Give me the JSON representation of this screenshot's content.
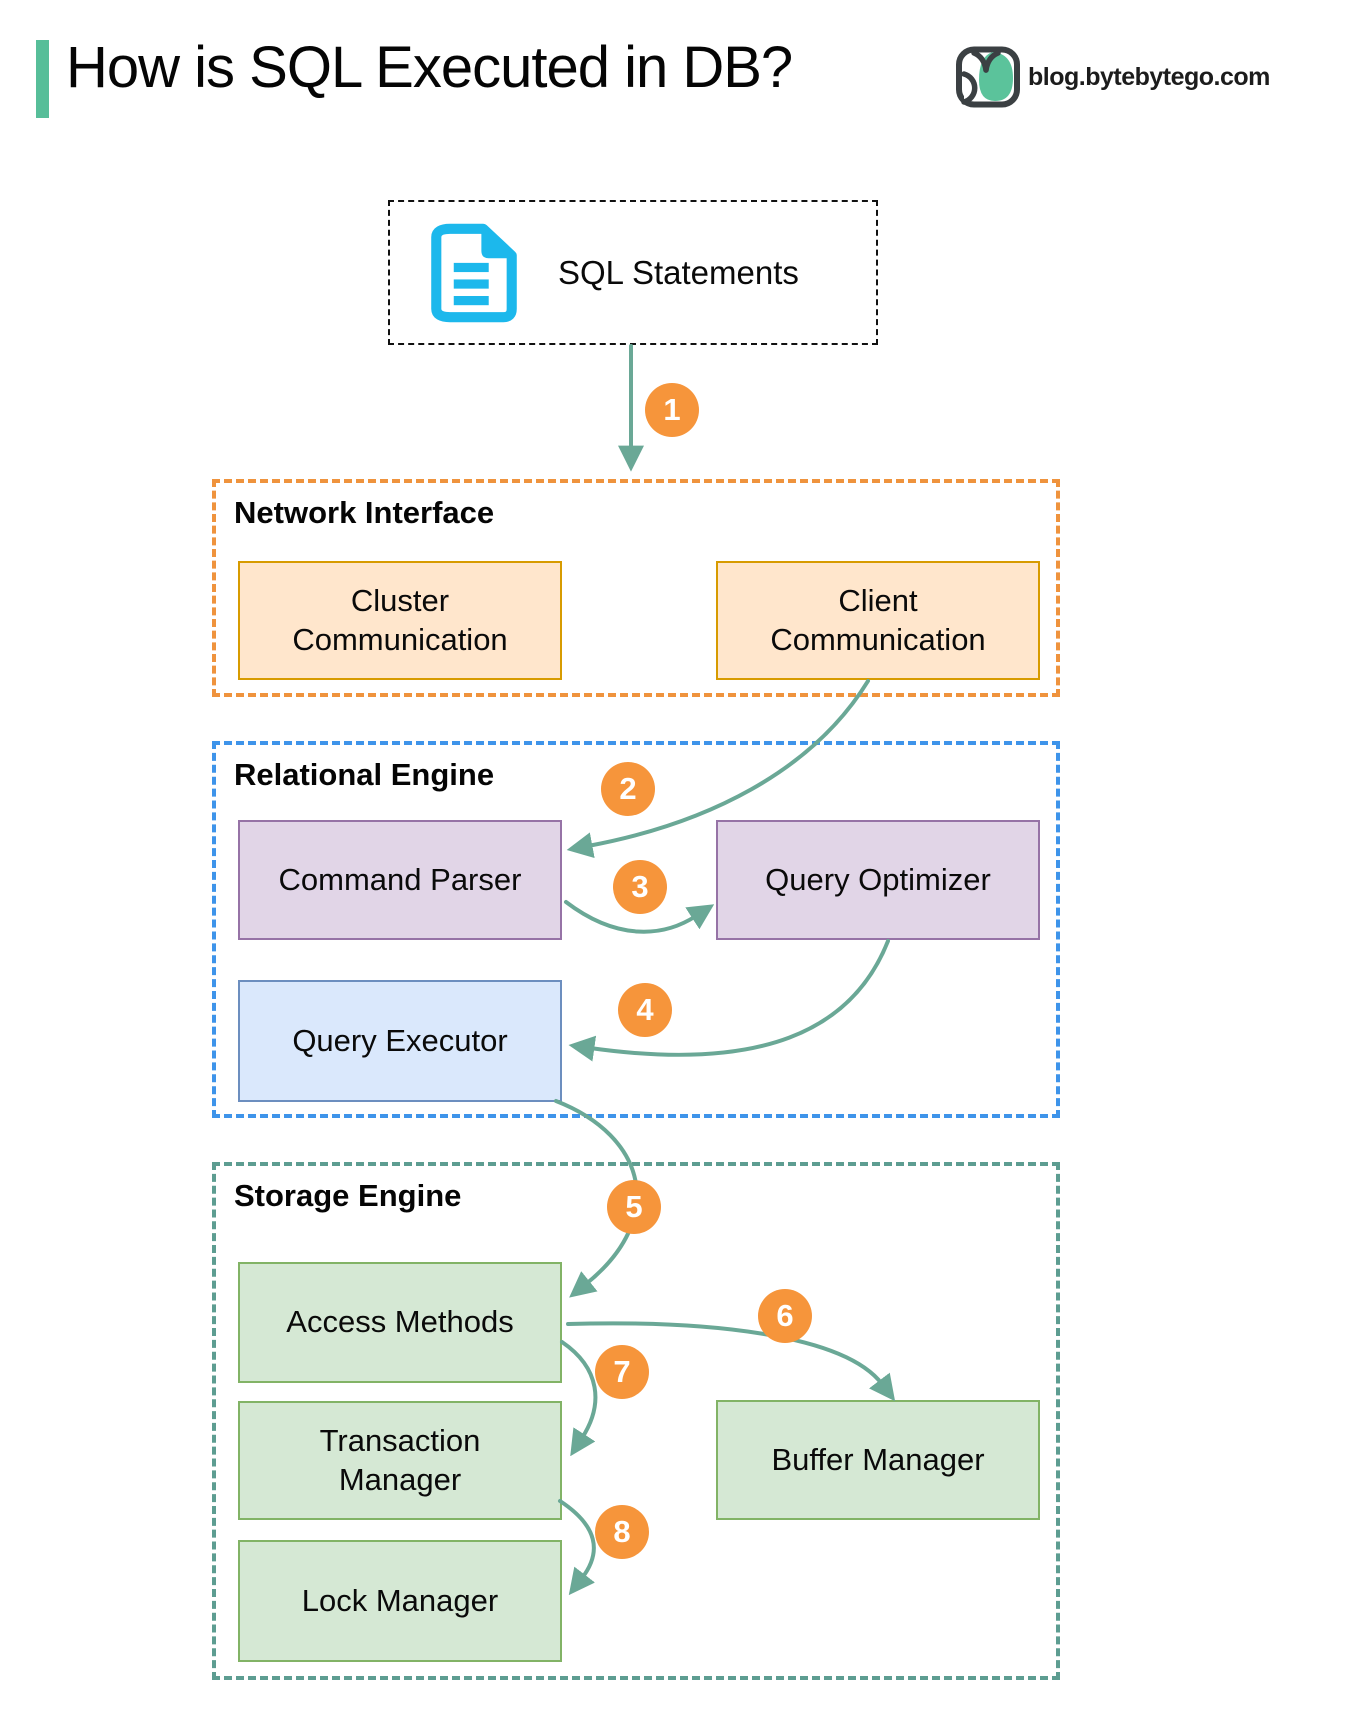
{
  "header": {
    "title": "How is SQL Executed in DB?",
    "brand": "blog.bytebytego.com",
    "accent_color": "#57BE99"
  },
  "icons": {
    "source": "document-icon",
    "brand": "owl-logo-icon"
  },
  "source": {
    "label": "SQL Statements"
  },
  "steps": [
    "1",
    "2",
    "3",
    "4",
    "5",
    "6",
    "7",
    "8"
  ],
  "sections": {
    "network_interface": {
      "label": "Network Interface",
      "border_color": "#EF933D",
      "box_fill": "#FFE6CC",
      "box_stroke": "#D79B00",
      "boxes": [
        {
          "label": "Cluster Communication"
        },
        {
          "label": "Client Communication"
        }
      ]
    },
    "relational_engine": {
      "label": "Relational Engine",
      "border_color": "#3E94EA",
      "boxes": [
        {
          "label": "Command Parser",
          "fill": "#E1D5E7",
          "stroke": "#9673A6"
        },
        {
          "label": "Query Optimizer",
          "fill": "#E1D5E7",
          "stroke": "#9673A6"
        },
        {
          "label": "Query Executor",
          "fill": "#DAE8FC",
          "stroke": "#6C8EBF"
        }
      ]
    },
    "storage_engine": {
      "label": "Storage Engine",
      "border_color": "#5D9D91",
      "box_fill": "#D5E8D4",
      "box_stroke": "#82B366",
      "boxes": [
        {
          "label": "Access Methods"
        },
        {
          "label": "Transaction Manager"
        },
        {
          "label": "Lock Manager"
        },
        {
          "label": "Buffer Manager"
        }
      ]
    }
  },
  "flow": {
    "arrow_color": "#6AA896",
    "step_badge_color": "#F6953B",
    "edges": [
      {
        "step": "1",
        "from": "SQL Statements",
        "to": "Network Interface"
      },
      {
        "step": "2",
        "from": "Client Communication",
        "to": "Command Parser"
      },
      {
        "step": "3",
        "from": "Command Parser",
        "to": "Query Optimizer"
      },
      {
        "step": "4",
        "from": "Query Optimizer",
        "to": "Query Executor"
      },
      {
        "step": "5",
        "from": "Query Executor",
        "to": "Access Methods"
      },
      {
        "step": "6",
        "from": "Access Methods",
        "to": "Buffer Manager"
      },
      {
        "step": "7",
        "from": "Access Methods",
        "to": "Transaction Manager"
      },
      {
        "step": "8",
        "from": "Transaction Manager",
        "to": "Lock Manager"
      }
    ]
  },
  "colors": {
    "doc_icon": "#1CB8EC",
    "logo_dark": "#3B4043",
    "logo_mint": "#5BC39B"
  }
}
